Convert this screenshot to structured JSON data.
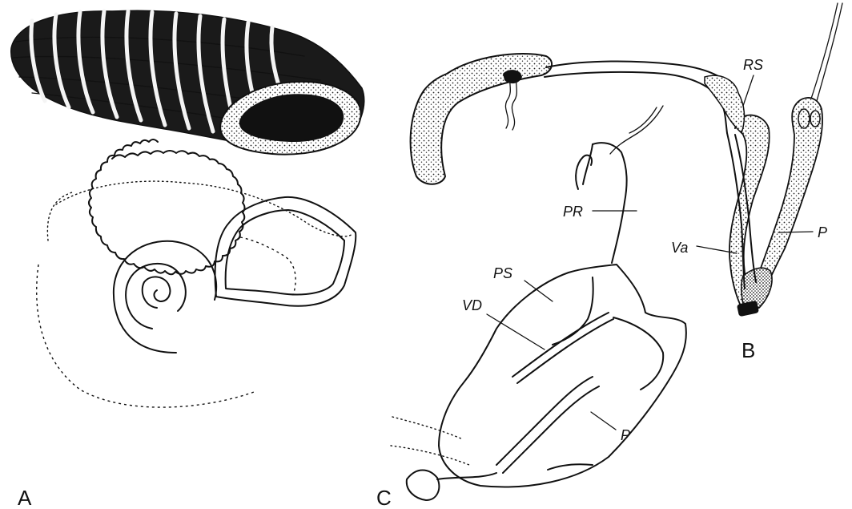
{
  "panels": {
    "a": "A",
    "b": "B",
    "c": "C"
  },
  "labels": {
    "rs": "RS",
    "pr": "PR",
    "va": "Va",
    "p_b": "P",
    "ps": "PS",
    "vd": "VD",
    "p_c": "P"
  }
}
